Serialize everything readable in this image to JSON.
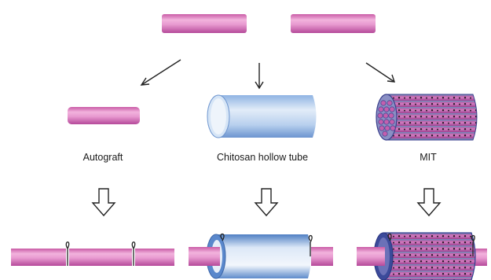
{
  "labels": {
    "autograft": "Autograft",
    "chitosan": "Chitosan hollow tube",
    "mit": "MIT"
  },
  "colors": {
    "nerve": "#e58fc8",
    "nerve_dark": "#b84f98",
    "tube_blue": "#a9c7ea",
    "tube_blue_dark": "#3f6fb0",
    "mit_fill": "#c054a6",
    "mit_shell": "#2f4f9e",
    "stroke": "#222222"
  }
}
